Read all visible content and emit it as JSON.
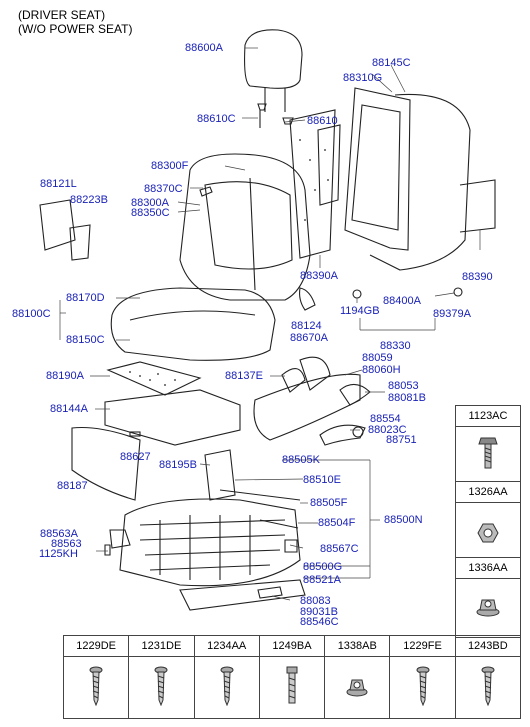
{
  "header": {
    "line1": "(DRIVER SEAT)",
    "line2": "(W/O POWER SEAT)"
  },
  "labels": {
    "l88600A": "88600A",
    "l88145C": "88145C",
    "l88310G": "88310G",
    "l88610C": "88610C",
    "l88610": "88610",
    "l88300F": "88300F",
    "l88121L": "88121L",
    "l88223B": "88223B",
    "l88370C": "88370C",
    "l88300A": "88300A",
    "l88350C": "88350C",
    "l88390A": "88390A",
    "l88390": "88390",
    "l88400A": "88400A",
    "l89379A": "89379A",
    "l1194GB": "1194GB",
    "l88170D": "88170D",
    "l88100C": "88100C",
    "l88150C": "88150C",
    "l88124": "88124",
    "l88670A": "88670A",
    "l88330": "88330",
    "l88190A": "88190A",
    "l88137E": "88137E",
    "l88059": "88059",
    "l88060H": "88060H",
    "l88053": "88053",
    "l88081B": "88081B",
    "l88144A": "88144A",
    "l88554": "88554",
    "l88023C": "88023C",
    "l88751": "88751",
    "l88627": "88627",
    "l88187": "88187",
    "l88195B": "88195B",
    "l88505K": "88505K",
    "l88510E": "88510E",
    "l88505F": "88505F",
    "l88504F": "88504F",
    "l88500N": "88500N",
    "l88563A": "88563A",
    "l88563": "88563",
    "l1125KH": "1125KH",
    "l88567C": "88567C",
    "l88500G": "88500G",
    "l88521A": "88521A",
    "l88083": "88083",
    "l89031B": "89031B",
    "l88546C": "88546C"
  },
  "side_table": [
    {
      "code": "1123AC",
      "icon": "hex-bolt-icon"
    },
    {
      "code": "1326AA",
      "icon": "nut-icon"
    },
    {
      "code": "1336AA",
      "icon": "flange-nut-icon"
    }
  ],
  "bottom_table": [
    {
      "code": "1229DE",
      "icon": "screw-icon"
    },
    {
      "code": "1231DE",
      "icon": "screw-icon"
    },
    {
      "code": "1234AA",
      "icon": "screw-icon"
    },
    {
      "code": "1249BA",
      "icon": "bolt-icon"
    },
    {
      "code": "1338AB",
      "icon": "nut-icon"
    },
    {
      "code": "1229FE",
      "icon": "screw-icon"
    },
    {
      "code": "1243BD",
      "icon": "screw-icon"
    }
  ]
}
